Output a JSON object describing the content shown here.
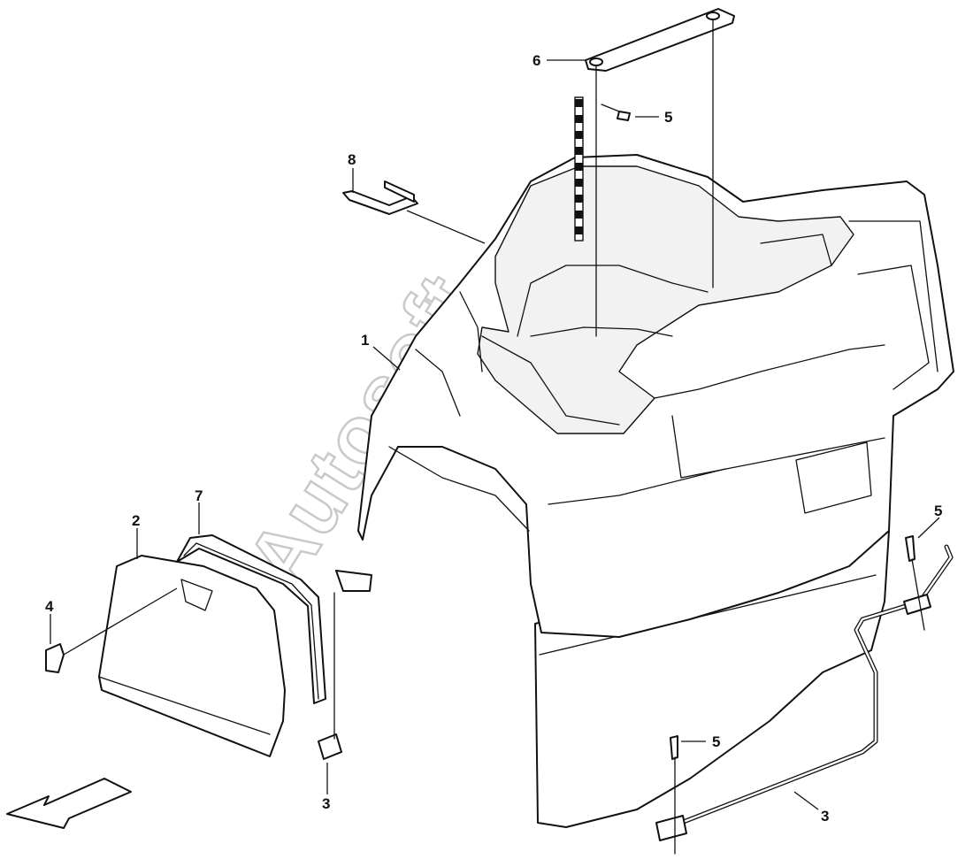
{
  "watermark": "Autosoft",
  "callouts": [
    {
      "id": "c1",
      "label": "1"
    },
    {
      "id": "c2",
      "label": "2"
    },
    {
      "id": "c3a",
      "label": "3"
    },
    {
      "id": "c3b",
      "label": "3"
    },
    {
      "id": "c4",
      "label": "4"
    },
    {
      "id": "c5a",
      "label": "5"
    },
    {
      "id": "c5b",
      "label": "5"
    },
    {
      "id": "c5c",
      "label": "5"
    },
    {
      "id": "c6",
      "label": "6"
    },
    {
      "id": "c7",
      "label": "7"
    },
    {
      "id": "c8",
      "label": "8"
    }
  ]
}
